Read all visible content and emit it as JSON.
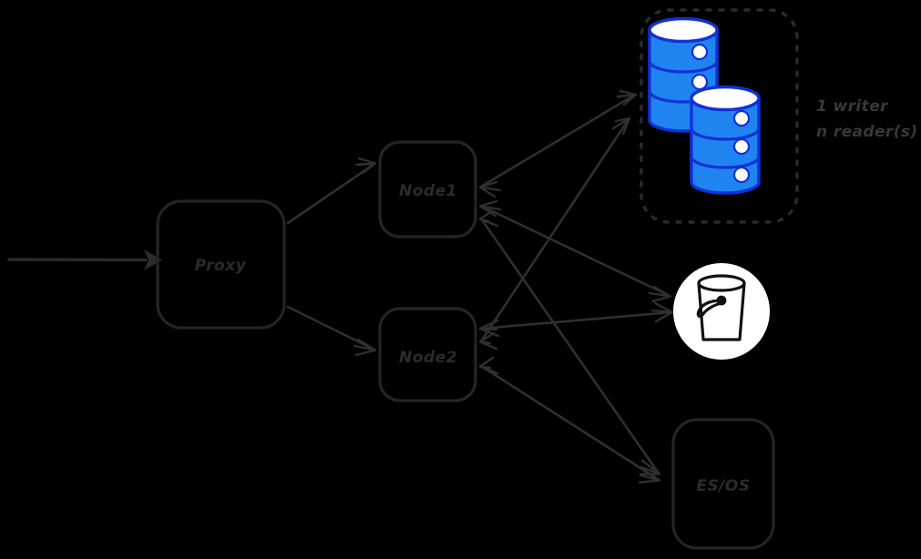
{
  "diagram": {
    "background_color": "#000000",
    "stroke_color": "#2b2b2b",
    "title": "",
    "nodes": [
      {
        "id": "proxy",
        "label": "Proxy",
        "shape": "rounded-rect"
      },
      {
        "id": "node1",
        "label": "Node1",
        "shape": "rounded-rect"
      },
      {
        "id": "node2",
        "label": "Node2",
        "shape": "rounded-rect"
      },
      {
        "id": "database",
        "label": "",
        "shape": "database-cylinders",
        "fill_color": "#2084f0",
        "stroke_color": "#1130d8",
        "top_color": "#ffffff"
      },
      {
        "id": "bucket",
        "label": "",
        "shape": "circle-bucket-icon",
        "fill_color": "#ffffff",
        "icon_color": "#111111"
      },
      {
        "id": "esos",
        "label": "ES/OS",
        "shape": "rounded-rect"
      }
    ],
    "annotations": [
      {
        "id": "db-note-line-1",
        "text": "1 writer"
      },
      {
        "id": "db-note-line-2",
        "text": "n reader(s)"
      }
    ],
    "icons": {
      "database": "database-cylinder-icon",
      "bucket": "bucket-icon",
      "inbound": "arrow-right-icon"
    },
    "edges": [
      {
        "from": "external",
        "to": "proxy",
        "direction": "one-way"
      },
      {
        "from": "proxy",
        "to": "node1",
        "direction": "one-way"
      },
      {
        "from": "proxy",
        "to": "node2",
        "direction": "one-way"
      },
      {
        "from": "node1",
        "to": "database",
        "direction": "two-way"
      },
      {
        "from": "node1",
        "to": "bucket",
        "direction": "two-way"
      },
      {
        "from": "node1",
        "to": "esos",
        "direction": "two-way"
      },
      {
        "from": "node2",
        "to": "database",
        "direction": "two-way"
      },
      {
        "from": "node2",
        "to": "bucket",
        "direction": "two-way"
      },
      {
        "from": "node2",
        "to": "esos",
        "direction": "two-way"
      }
    ]
  }
}
